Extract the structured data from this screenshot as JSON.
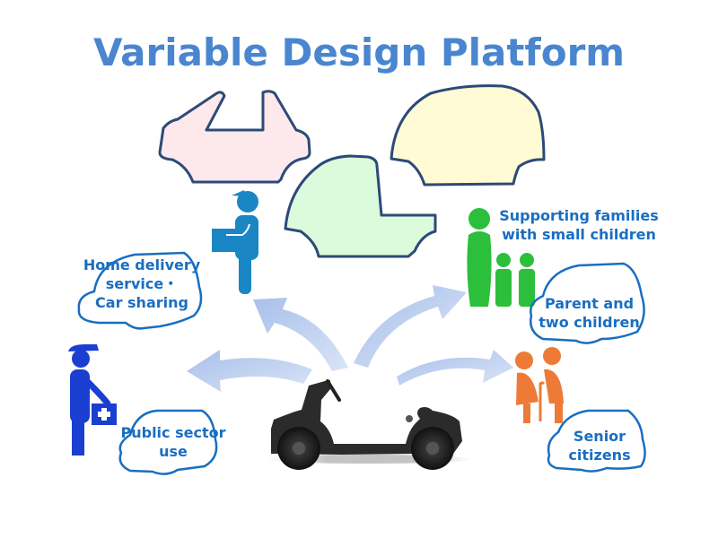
{
  "title": "Variable Design Platform",
  "colors": {
    "title": "#4a86d0",
    "label_text": "#1a6ec0",
    "outline_blue": "#1a6ec0",
    "body_outline": "#2c4a78",
    "delivery_person": "#1b86c4",
    "public_sector_person": "#1a3fd0",
    "family": "#2cbf3c",
    "seniors": "#ee7a38",
    "arrows": "#b4c8ec",
    "body_pink": "#fde9ec",
    "body_green": "#dcfadc",
    "body_yellow": "#fffbd4",
    "chassis": "#2a2a2a"
  },
  "body_shapes": [
    {
      "name": "convertible-body",
      "fill": "pink"
    },
    {
      "name": "pickup-body",
      "fill": "green"
    },
    {
      "name": "van-body",
      "fill": "yellow"
    }
  ],
  "use_cases": [
    {
      "id": "home-delivery",
      "lines": [
        "Home delivery",
        "service・",
        "Car sharing"
      ],
      "icon": "delivery-person-icon"
    },
    {
      "id": "public-sector",
      "lines": [
        "Public sector",
        "use"
      ],
      "icon": "public-sector-worker-icon"
    },
    {
      "id": "families",
      "lines": [
        "Supporting families",
        "with small children"
      ],
      "icon": "family-icon"
    },
    {
      "id": "parent-children",
      "lines": [
        "Parent and",
        "two children"
      ],
      "icon": "car-outline-icon"
    },
    {
      "id": "seniors",
      "lines": [
        "Senior",
        "citizens"
      ],
      "icon": "senior-citizens-icon"
    }
  ],
  "center": {
    "name": "vehicle-chassis",
    "icon": "chassis-platform-icon"
  }
}
